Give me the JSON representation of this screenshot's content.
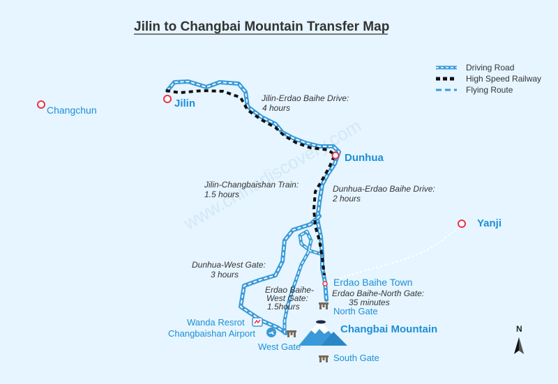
{
  "title": "Jilin to Changbai Mountain Transfer Map",
  "watermark": "www.chinadiscovery.com",
  "legend": {
    "driving_road": "Driving Road",
    "railway": "High Speed Railway",
    "flying_route": "Flying Route"
  },
  "places": {
    "changchun": "Changchun",
    "jilin": "Jilin",
    "dunhua": "Dunhua",
    "yanji": "Yanji",
    "erdao_baihe_town": "Erdao Baihe Town",
    "north_gate": "North Gate",
    "west_gate": "West Gate",
    "south_gate": "South Gate",
    "changbai_mountain": "Changbai Mountain",
    "wanda_resort": "Wanda Resrot",
    "airport": "Changbaishan Airport"
  },
  "routes": {
    "jilin_erdao_drive": {
      "name": "Jilin-Erdao Baihe Drive:",
      "time": "4 hours"
    },
    "jilin_changbai_train": {
      "name": "Jilin-Changbaishan Train:",
      "time": "1.5 hours"
    },
    "dunhua_erdao_drive": {
      "name": "Dunhua-Erdao Baihe Drive:",
      "time": "2 hours"
    },
    "dunhua_west_gate": {
      "name": "Dunhua-West Gate:",
      "time": "3 hours"
    },
    "erdao_west_gate": {
      "line1": "Erdao Baihe-",
      "line2": "West Gate:",
      "time": "1.5hours"
    },
    "erdao_north_gate": {
      "name": "Erdao Baihe-North Gate:",
      "time": "35 minutes"
    }
  },
  "compass": "N",
  "colors": {
    "road_outer": "#3a9ad9",
    "road_inner": "#ffffff",
    "railway": "#111111",
    "flying": "#ffffff",
    "city_marker": "#e8334a",
    "label_blue": "#1d8fd6",
    "background": "#e6f5ff"
  },
  "icons": {
    "city": "city-marker-icon",
    "gate": "gate-icon",
    "airport": "airplane-icon",
    "resort": "resort-icon",
    "mountain": "mountain-icon",
    "compass": "north-arrow-icon"
  }
}
